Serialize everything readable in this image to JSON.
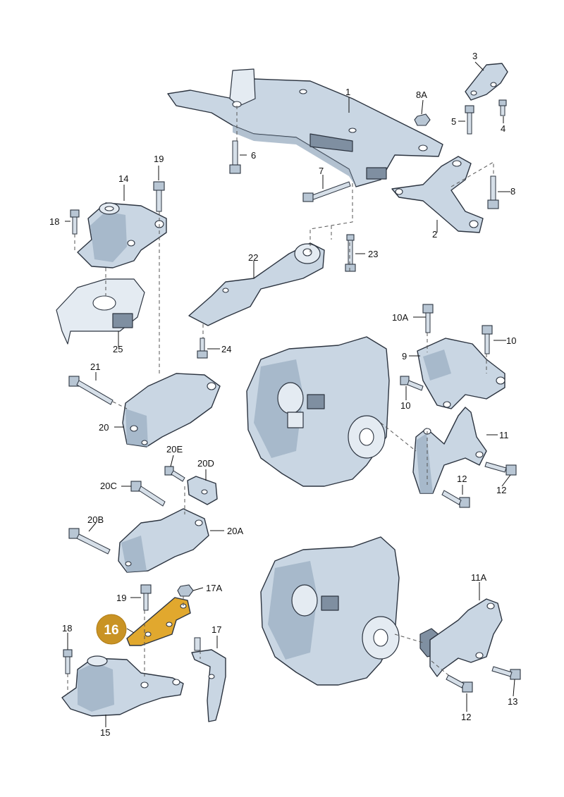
{
  "diagram": {
    "labels": {
      "l1": "1",
      "l2": "2",
      "l3": "3",
      "l4": "4",
      "l5": "5",
      "l6": "6",
      "l7": "7",
      "l8": "8",
      "l8a": "8A",
      "l10": "10",
      "l10b": "10",
      "l10a": "10A",
      "l9": "9",
      "l11": "11",
      "l11a": "11A",
      "l12a": "12",
      "l12b": "12",
      "l12c": "12",
      "l13": "13",
      "l14": "14",
      "l15": "15",
      "l17": "17",
      "l17a": "17A",
      "l18a": "18",
      "l18b": "18",
      "l19a": "19",
      "l19b": "19",
      "l20": "20",
      "l20a": "20A",
      "l20b": "20B",
      "l20c": "20C",
      "l20d": "20D",
      "l20e": "20E",
      "l21": "21",
      "l22": "22",
      "l23": "23",
      "l24": "24",
      "l25": "25"
    },
    "highlight": {
      "label": "16",
      "color": "#c99324"
    }
  }
}
